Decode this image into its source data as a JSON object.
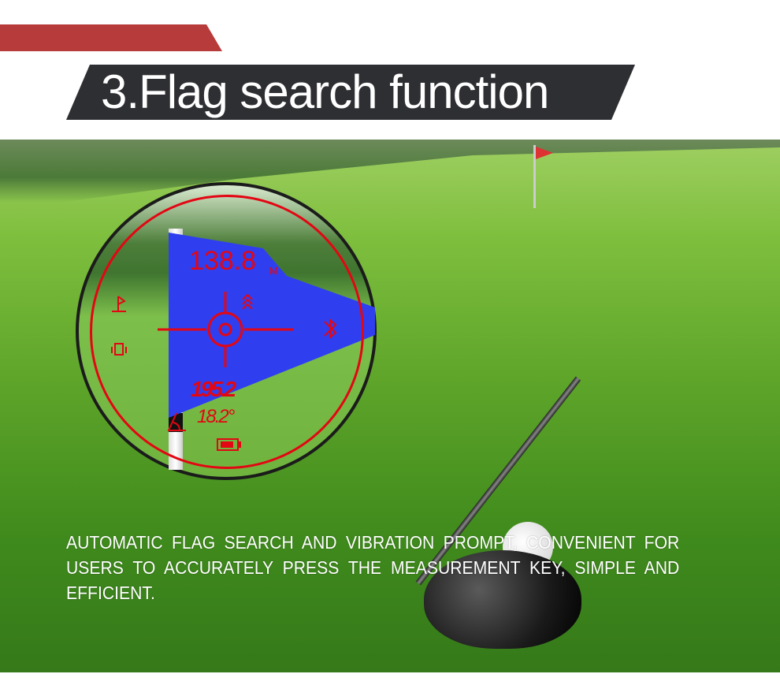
{
  "header": {
    "title": "3.Flag search function"
  },
  "display": {
    "distance": "138.8",
    "unit": "M",
    "secondary_value": "195.2",
    "angle": "18.2°",
    "icons": [
      "flag-icon",
      "vibration-icon",
      "chevrons-up-icon",
      "bluetooth-icon",
      "angle-icon",
      "battery-icon",
      "crosshair-icon"
    ],
    "color": "#e30613"
  },
  "description": "AUTOMATIC FLAG SEARCH AND VIBRATION PROMPT, CONVENIENT FOR USERS TO ACCURATELY PRESS THE MEASUREMENT KEY, SIMPLE AND EFFICIENT.",
  "colors": {
    "accent_bar": "#b83b3b",
    "title_bar": "#2e2f33"
  }
}
